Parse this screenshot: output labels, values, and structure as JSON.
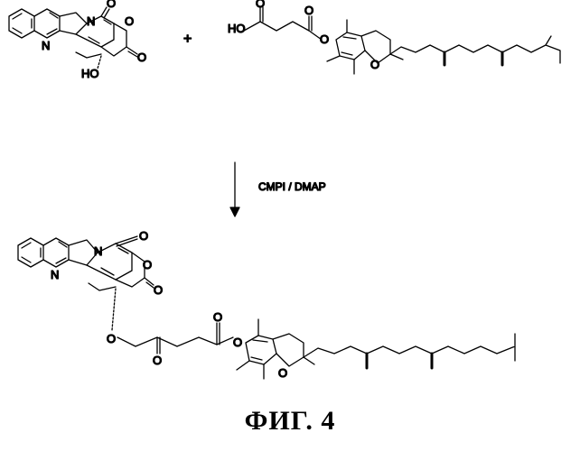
{
  "scheme": {
    "plus_sign": "+",
    "reagent_label": "CMPI / DMAP",
    "figure_caption": "ФИГ. 4",
    "atom_labels": {
      "n": "N",
      "o": "O",
      "ho": "HO",
      "oh_text": "O"
    }
  },
  "colors": {
    "ink": "#000000",
    "background": "#ffffff"
  }
}
